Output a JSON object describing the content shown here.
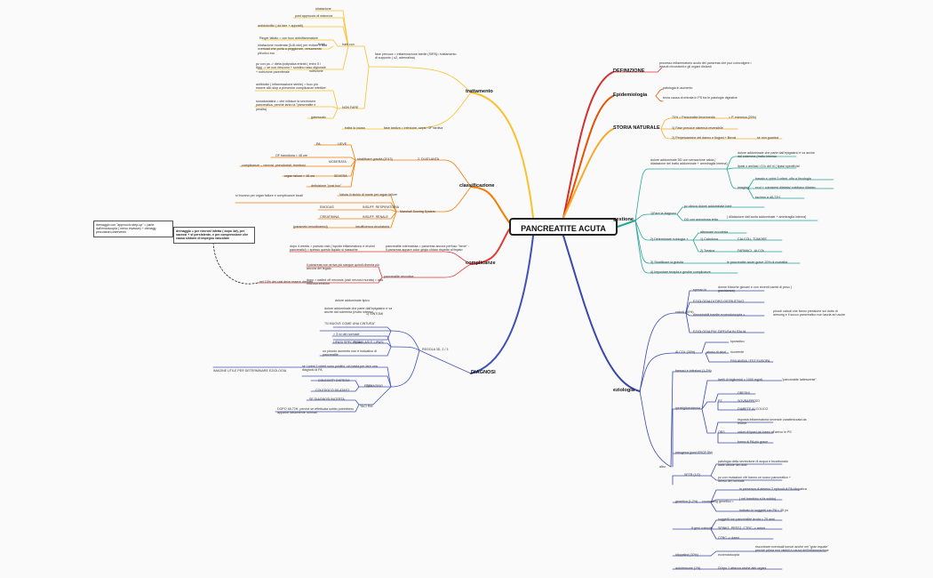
{
  "root": "PANCREATITE ACUTA",
  "branches": {
    "definizione": "DEFINIZIONE",
    "epidemiologia": "Epidemiologia",
    "storia": "STORIA NATURALE",
    "gestione": "gestione",
    "eziologia": "eziologia",
    "diagnosi": "DIAGNOSI",
    "complicanze": "complicanze",
    "classificazione": "classificazione",
    "trattamento": "trattamento"
  },
  "colors": {
    "definizione": "#d32f2f",
    "epidemiologia": "#e65100",
    "storia": "#f9a825",
    "gestione": "#26a69a",
    "eziologia": "#3949ab",
    "diagnosi": "#3f51b5",
    "complicanze": "#e53935",
    "classificazione": "#f57c00",
    "trattamento": "#fbc02d"
  },
  "texts": {
    "def1": "processo infiammatorio acuto del pancreas che può coinvolgere i tessuti circostanti e gli organi distanti",
    "epi1": "patologia in aumento",
    "epi2": "terza causa di entrata in PS tra le patologie digestive",
    "st1": "70% = Pancreatite lieve/media",
    "st1b": "= P. edemica (20%)",
    "st2": "1) Fase precoce sistem/a reversibile",
    "st3": "2) Perpetuazione del danno e flogosi + fibrosi",
    "st3b": "se non guarisci",
    "g_title": "dolore addominale DD con sensazione calda | dilatazione del tratto addominale + ammiraglia interna)",
    "g1": "dolore addominale che parte dall'epigastrio e va anche dal colemma (molto intenso",
    "g2": "lipasi o amilasi >3 lv del nl ( lipasi specificial",
    "g3": "imaging",
    "g3a": "basato s: primi 3 criteri, olfo a l'ecologia",
    "g3b": "ecol + cotrastesi dilatata/ cotidiano dilatato",
    "g3c": "tac/rmn a 48-72H",
    "g4": "1)Fare la diagnosi",
    "g4a": "pz clinica dolore addominale forte",
    "g4b": "DD con aneurisma tetta",
    "g4c": "( dilatazione dell'aorta addominale + ammiraglia interna)",
    "g5": "2) Determinare eziologia +",
    "g5a": "attenuare eccolesia",
    "g5b": "1) Calcolosa",
    "g5c": "CALCOLI, TUMORE",
    "g5d": "2) Tossica",
    "g5e": "FARMACI , ALCOL",
    "g6": "3) Stratificare la gravità",
    "g6b": "le pancreatite acute grave 20% di mortalità",
    "g7": "4) Impostare terapia e  gestire complicanze",
    "e_calcoli": "calcoli (50%)",
    "e_c1": "spesso in",
    "e_c1a": "donne bianche giovani e con recenti cambi di peso ( gravidanza)",
    "e_c2": "EZIOLOGIA DI TIPO OSTRUTTIVO",
    "e_c3": "dimostrabili tramite ecoendoscopia =",
    "e_c3a": "piccoli calcoli che fanno pressione sul dotto di amsung e il succo pancreatico non lascia ad uscire",
    "e_c4": "EZIOLOGIA PIU' DIFFUSA IN ITALIA",
    "e_alcol": "ALCOL (30%)",
    "e_a1": "abuso di alcol",
    "e_a1a": "sporadico",
    "e_a1b": "ricorrente",
    "e_a1c": "FINLANDIA / EST EUROPA",
    "e_altro": "altro",
    "e_f": "farmaci e infezioni (1-2%)",
    "e_i": "ipertrigliceridemia",
    "e_i1": "livelli di trigliceridi > 1000 mg/dL",
    "e_i1b": "\"pancreatite lattescente\"",
    "e_i2": "PZ",
    "e_i2a": "OBESHI",
    "e_i2b": "SOVRAPPESO",
    "e_i2c": "DIABETE ALCOLICO",
    "e_i3": "OBS",
    "e_i3a": "risposta infiammatoria severa/e caratterizzata da febbre",
    "e_i3b": "valori di lipasi più bassi all'arrivo in PS",
    "e_i3c": "forma di PA più grave",
    "e_iat": "iatrogena (post ERCP 5%)",
    "e_sftr": "SFTR (1/2)",
    "e_s1": "patologia della secrezione di acqua e bicarbonato dalle cellule dei dotti",
    "e_s2": "pz con mutazioni cftr hanno un succo pancreatico + denso del normale",
    "e_gen": "genetica (1-2%)",
    "e_gc": "counselling genetico =",
    "e_gc1": "in presenza di almeno 2 episodi di PA idiopatica",
    "e_gc2": "( nel bambino si fa subito)",
    "e_gc3": "indicato in soggetti con PA < 35 yo",
    "e_gn": "8 geni coinvolti",
    "e_gn1": "soggetti con pancreatite acuta < 25 anni",
    "e_gn2": "SPINK1, PRSS1, CTRC -> azioni",
    "e_gn3": "CTRC -> danni",
    "e_idio": "idiopatica (10%)",
    "e_idio1": "ecoendoscopia",
    "e_idio2": "riscontrare eventuali tumori anche nei \"gran equale\" perchè prima non visibili a causa dell'infiammazione",
    "e_auto": "autoimmune (1%)",
    "e_auto1": "Di tipo 1 attacca anche altri organi",
    "d_regola": "REGOLA 3D, 2 / 3",
    "d1": "1) SINTOMI",
    "d1a": "dolore addominale tipico",
    "d1b": "dolore addominale che parte dall'epigastrio e va anche dal colemma (molto intenso",
    "d1c": "\"SI MUOVE COME UNA CINTURA\"",
    "d2": "2) AMILASI E LIPASI",
    "d2a": "> 3 vv del normale",
    "d2b": "LIPASI SPECIFICA",
    "d2c": "un piccolo aumento non è indicativo di pancreatite",
    "d3": "3)IMAGING",
    "d3a": "IMAGINE UTILE PER DETERMINARE EZIOLOGIA",
    "d3b": "se i primi 2 criteri sono positivi, ciò basta per fare una diagnosi di PA",
    "d3c": "ECO",
    "d3d": "COLECISTI DISTESA",
    "d3e": "COLEDOCO DILATATO",
    "d3f": "TAC/ RM",
    "d3g": "SE DIAGNOSI INCERTA",
    "d3h": "DOPO 48-72H, perchè se effettuata subito potrebbero apparire falsamente normali",
    "c1": "dopo 4 weeks = pseudo cisti ( liquido infiammatorio e enzimi pancreatici) = spesso questo liquido si riassorbe",
    "c1b": "pancreatite edematosa = pancreas ancora perfuso \"bene\" : il pancreas appare color grigio chiaro rispetto al fegato",
    "c2": "il pancreas non arriva più sangue quindi diventa più ancora del fegato",
    "c2b": "pancreatite necrotica",
    "c3": "dopo > walled off necrosis (cisti necrosi murata) = alta mucosa inhibitor",
    "c3b": "nel 10% dei casi deve essere drenata",
    "c_box1": "drenaggio con \"approccio step-up\" = parte dall'endoscopia ( meno invasiva) + drenagg percutaneo-intervento",
    "c_box2": "drenaggio = per necrosi infetta ( dopo 4w), per sacrosi + sf persistente, e per compressione che causa sintomi di impegno vascolare",
    "cl1": "2. DI ATLANTA",
    "cl1a": "stratificare gravità (2013)",
    "cl1b": "LIEVE",
    "cl1c": "PA",
    "cl1d": "MODERATA",
    "cl1e": "OF transitoria < 48 ore",
    "cl1f": "complicanze -- necrosi, pseudocisti, trombosi",
    "cl1g": "SEVERA",
    "cl1h": "organ failure > 48 ore",
    "cl1i": "definizione \"post hoc\"",
    "cl2": "Marshall Scoring System",
    "cl2a": "Valuta il rischio di morte per organ failure",
    "cl2b": "si trovano per organ failure e complicanze locali",
    "cl2c": "EMOGAS",
    "cl2d": "INSUFF. RESPIRATORIA",
    "cl2e": "CREATININA",
    "cl2f": "INSUFF. RENALE",
    "cl2g": "(parametri emodinamici)",
    "cl2h": "insufficienza circolatoria",
    "t1": "fase precoce =  infiammazione sterile (SIRS)= trattamento di supporto ( o2, adrenalina)",
    "t1a": "idratazione",
    "t1b": "fluidi",
    "t1c": "post approccio di manovra",
    "t1d": "antidolorifici ( da fare + appositi)",
    "t1e": "Ringer lattato = con fuoc antinfiammatore",
    "t1f": "idratazione moderata (5-8L/die) per evitare il fluid overload che porta a peggiorare, versamento pleurico ecc",
    "t1g": "nutrizione",
    "t1h": "pz con pa -> dieta ipolipidica entrati ( entro 5 / 6gg) -> se non riescono + sondino naso digiunale + nutrizione parenterale",
    "t1i": "NON FARE",
    "t1j": "antibiotici ( infiammazione sterile) = fuoc più essere allo stop a prevenire complicanze infettive",
    "t1k": "somatostatina = che inibisce la secrezione pancreatica, perchè tanto la \"pancreatite è perdita)",
    "t1l": "gabessato",
    "t1m": "tratti con",
    "t2": "trattа la causa",
    "t3": "fase tardiva = infezione, sepsi, OF tardiva"
  }
}
